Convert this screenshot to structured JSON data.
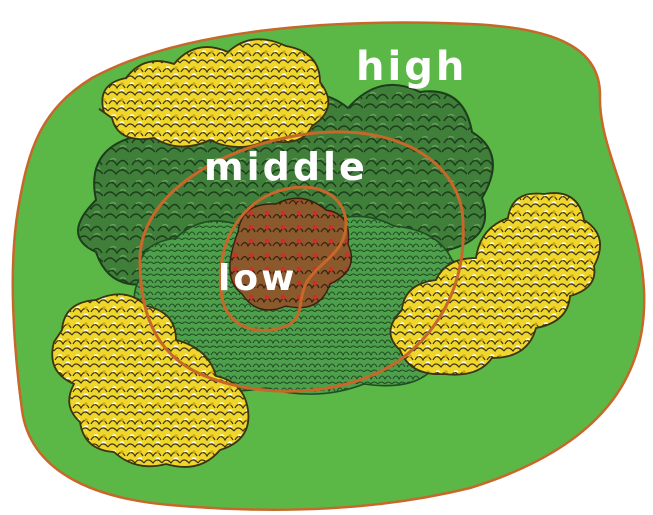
{
  "colors": {
    "background": "#ffffff",
    "ground": "#5cb846",
    "contour": "#c8672a",
    "dark_foliage": "#3f7f3a",
    "mid_foliage": "#4fa050",
    "yellow_foliage": "#f0d62a",
    "core": "#c0512f",
    "label": "#ffffff"
  },
  "labels": {
    "high": "high",
    "middle": "middle",
    "low": "low"
  },
  "icons": [
    "tree-canopy-cluster-dark",
    "shrub-mass-green",
    "yellow-tree-cluster"
  ]
}
